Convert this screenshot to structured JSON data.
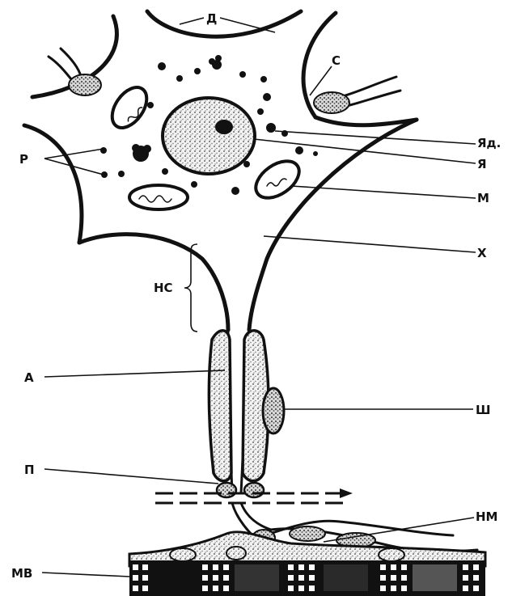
{
  "labels": {
    "d": "Д",
    "s": "С",
    "yad": "Яд.",
    "ya": "Я",
    "m": "М",
    "r": "Р",
    "kh": "Х",
    "ns": "НС",
    "a": "А",
    "sh": "Ш",
    "p": "П",
    "nm": "НМ",
    "mv": "МВ"
  }
}
